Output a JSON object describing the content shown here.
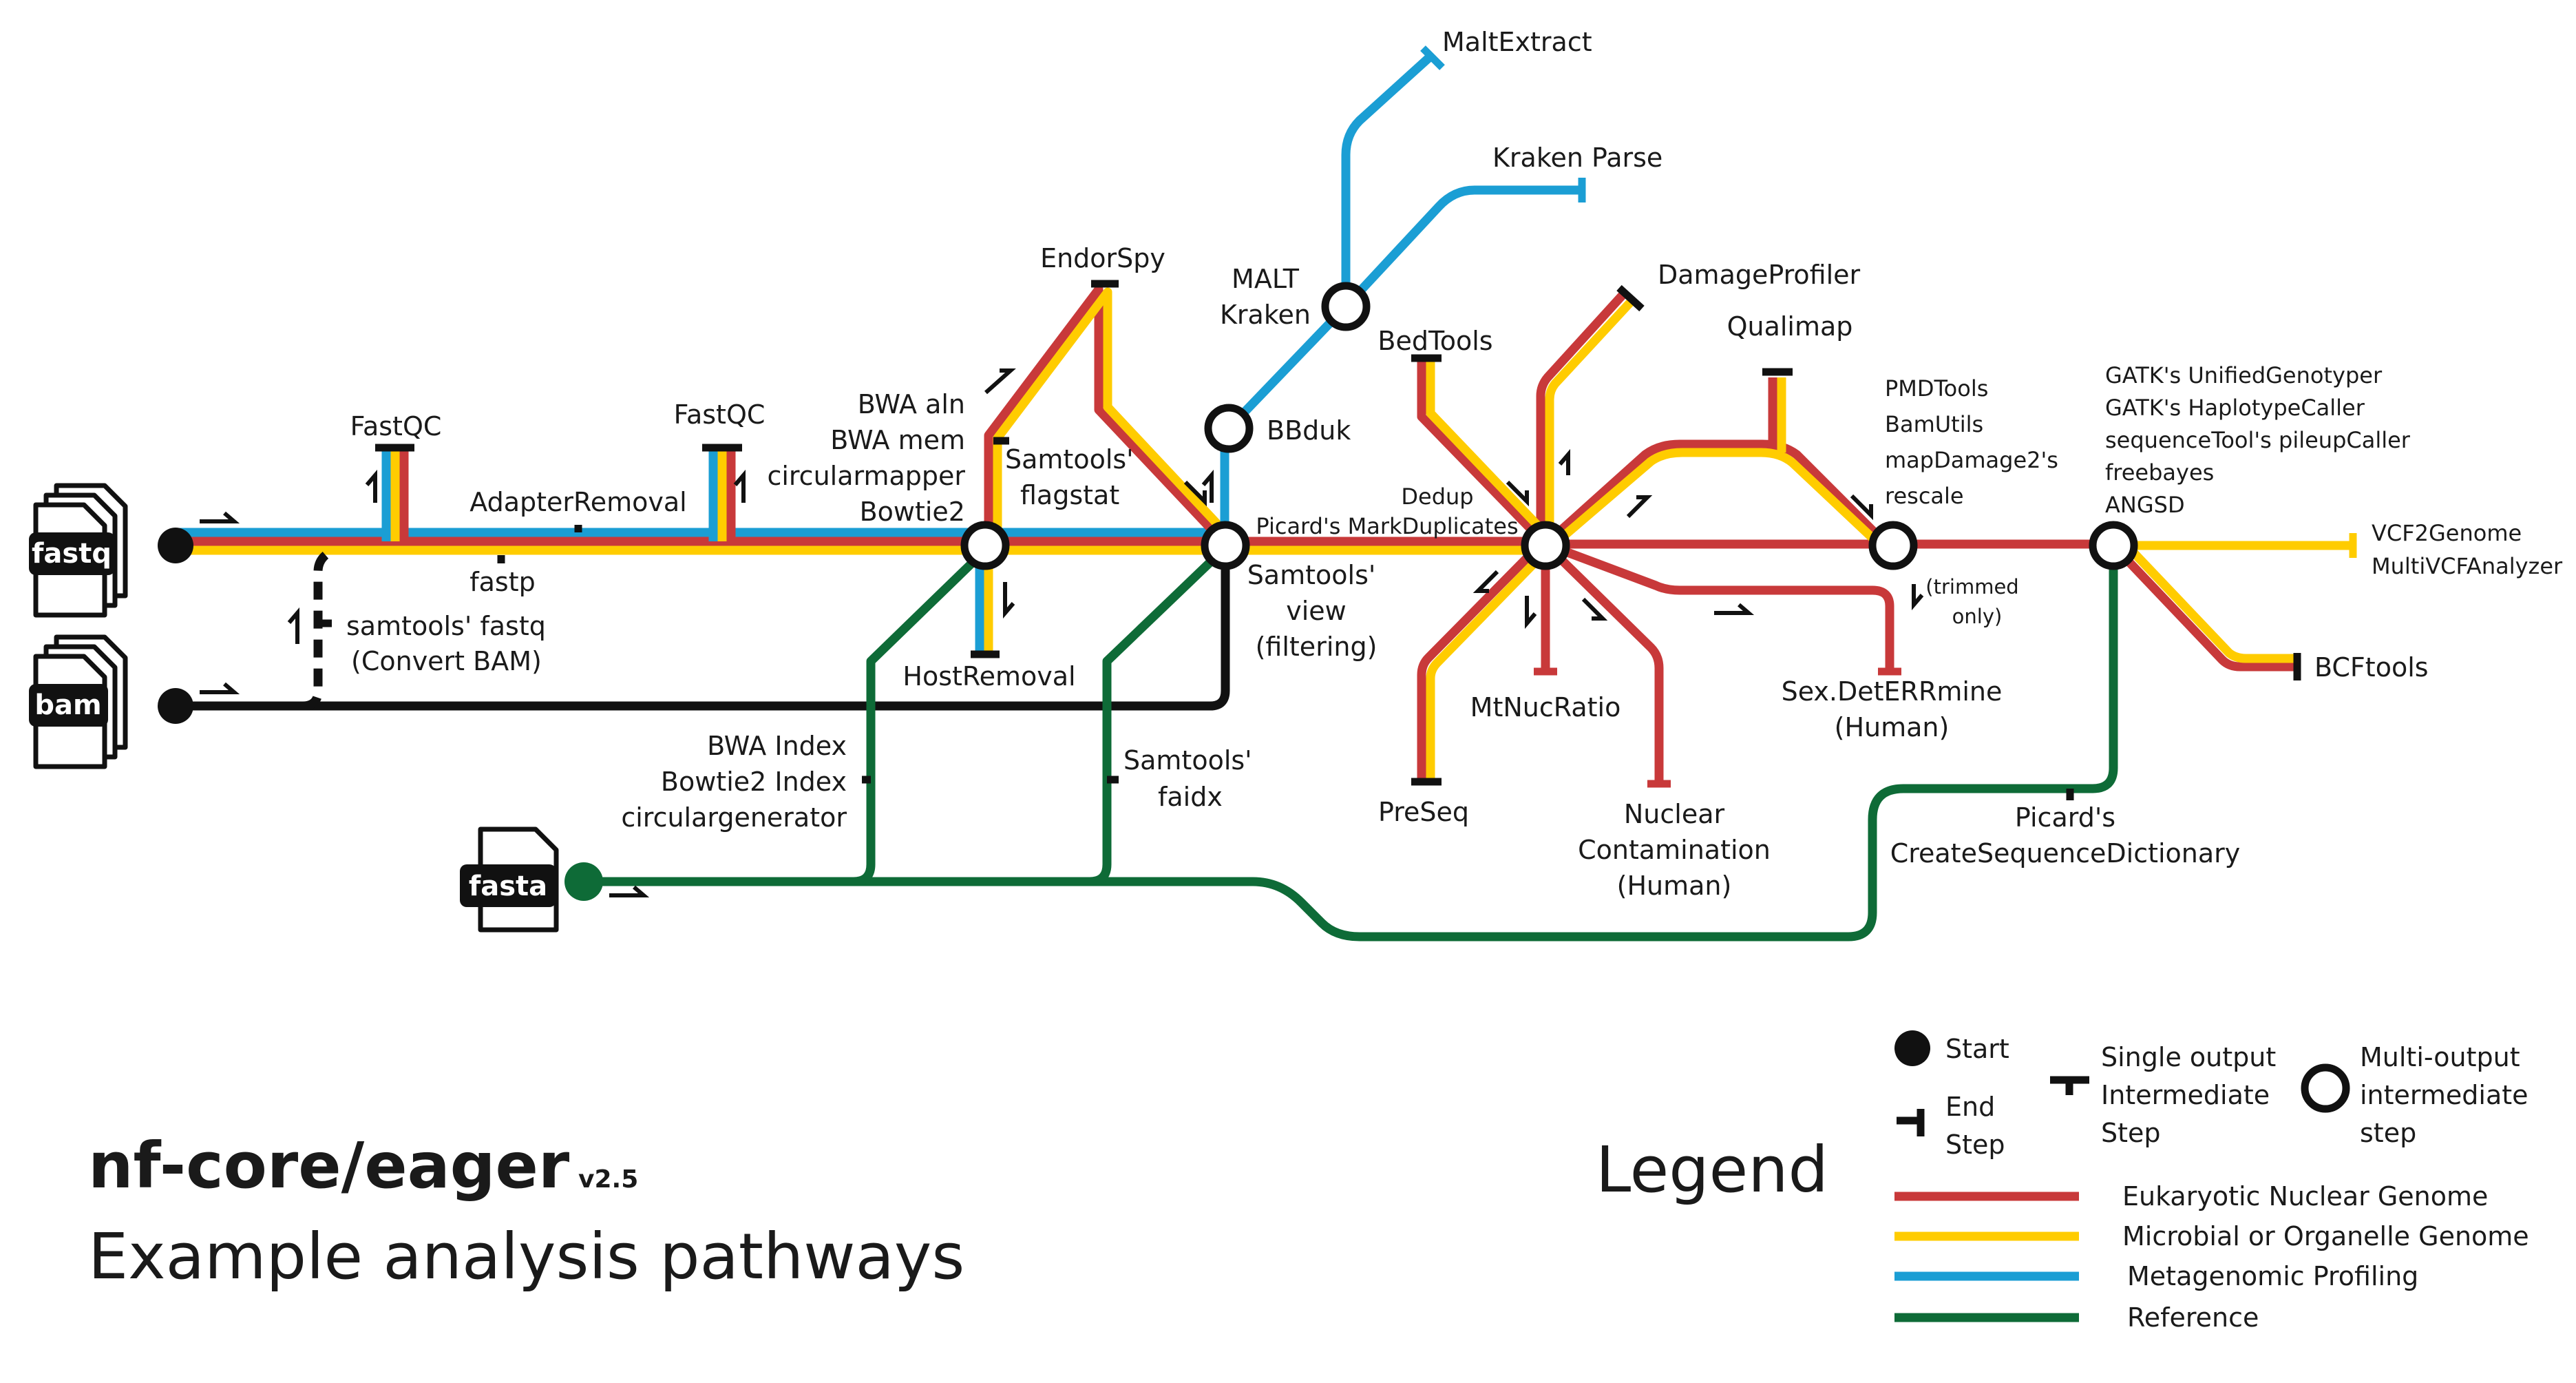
{
  "title": "nf-core/eager",
  "version": "v2.5",
  "subtitle": "Example analysis pathways",
  "colors": {
    "red": "#C8393A",
    "yellow": "#FFCC00",
    "blue": "#1B9ED4",
    "green": "#0E6B37",
    "black": "#111111"
  },
  "inputs": {
    "fastq": "fastq",
    "bam": "bam",
    "fasta": "fasta"
  },
  "labels": {
    "fastqc1": "FastQC",
    "fastqc2": "FastQC",
    "adapter_removal": "AdapterRemoval",
    "fastp": "fastp",
    "samtools_fastq_1": "samtools' fastq",
    "samtools_fastq_2": "(Convert BAM)",
    "bwa_aln": "BWA aln",
    "bwa_mem": "BWA mem",
    "circularmapper": "circularmapper",
    "bowtie2": "Bowtie2",
    "endorspy": "EndorSpy",
    "flagstat_1": "Samtools'",
    "flagstat_2": "flagstat",
    "hostremoval": "HostRemoval",
    "bwa_index": "BWA Index",
    "bowtie2_index": "Bowtie2 Index",
    "circulargenerator": "circulargenerator",
    "samtools_faidx_1": "Samtools'",
    "samtools_faidx_2": "faidx",
    "samtools_view_1": "Samtools'",
    "samtools_view_2": "view",
    "samtools_view_3": "(filtering)",
    "bbduk": "BBduk",
    "malt": "MALT",
    "kraken": "Kraken",
    "maltextract": "MaltExtract",
    "kraken_parse": "Kraken Parse",
    "dedup": "Dedup",
    "markduplicates": "Picard's MarkDuplicates",
    "bedtools": "BedTools",
    "damageprofiler": "DamageProfiler",
    "qualimap": "Qualimap",
    "mtnucratio": "MtNucRatio",
    "preseq": "PreSeq",
    "nuclear_1": "Nuclear",
    "nuclear_2": "Contamination",
    "nuclear_3": "(Human)",
    "pmdtools": "PMDTools",
    "bamutils": "BamUtils",
    "mapdamage_1": "mapDamage2's",
    "mapdamage_2": "rescale",
    "trimmed_1": "(trimmed",
    "trimmed_2": "only)",
    "sexdet_1": "Sex.DetERRmine",
    "sexdet_2": "(Human)",
    "gatk_ug": "GATK's UnifiedGenotyper",
    "gatk_hc": "GATK's HaplotypeCaller",
    "sequencetool": "sequenceTool's pileupCaller",
    "freebayes": "freebayes",
    "angsd": "ANGSD",
    "vcf2genome": "VCF2Genome",
    "multivcf": "MultiVCFAnalyzer",
    "bcftools": "BCFtools",
    "picard_csd_1": "Picard's",
    "picard_csd_2": "CreateSequenceDictionary"
  },
  "legend": {
    "title": "Legend",
    "start": "Start",
    "end_1": "End",
    "end_2": "Step",
    "single_1": "Single output",
    "single_2": "Intermediate",
    "single_3": "Step",
    "multi_1": "Multi-output",
    "multi_2": "intermediate",
    "multi_3": "step",
    "lines": [
      {
        "name": "Eukaryotic Nuclear Genome",
        "color": "#C8393A"
      },
      {
        "name": "Microbial or Organelle Genome",
        "color": "#FFCC00"
      },
      {
        "name": "Metagenomic Profiling",
        "color": "#1B9ED4"
      },
      {
        "name": "Reference",
        "color": "#0E6B37"
      }
    ]
  }
}
